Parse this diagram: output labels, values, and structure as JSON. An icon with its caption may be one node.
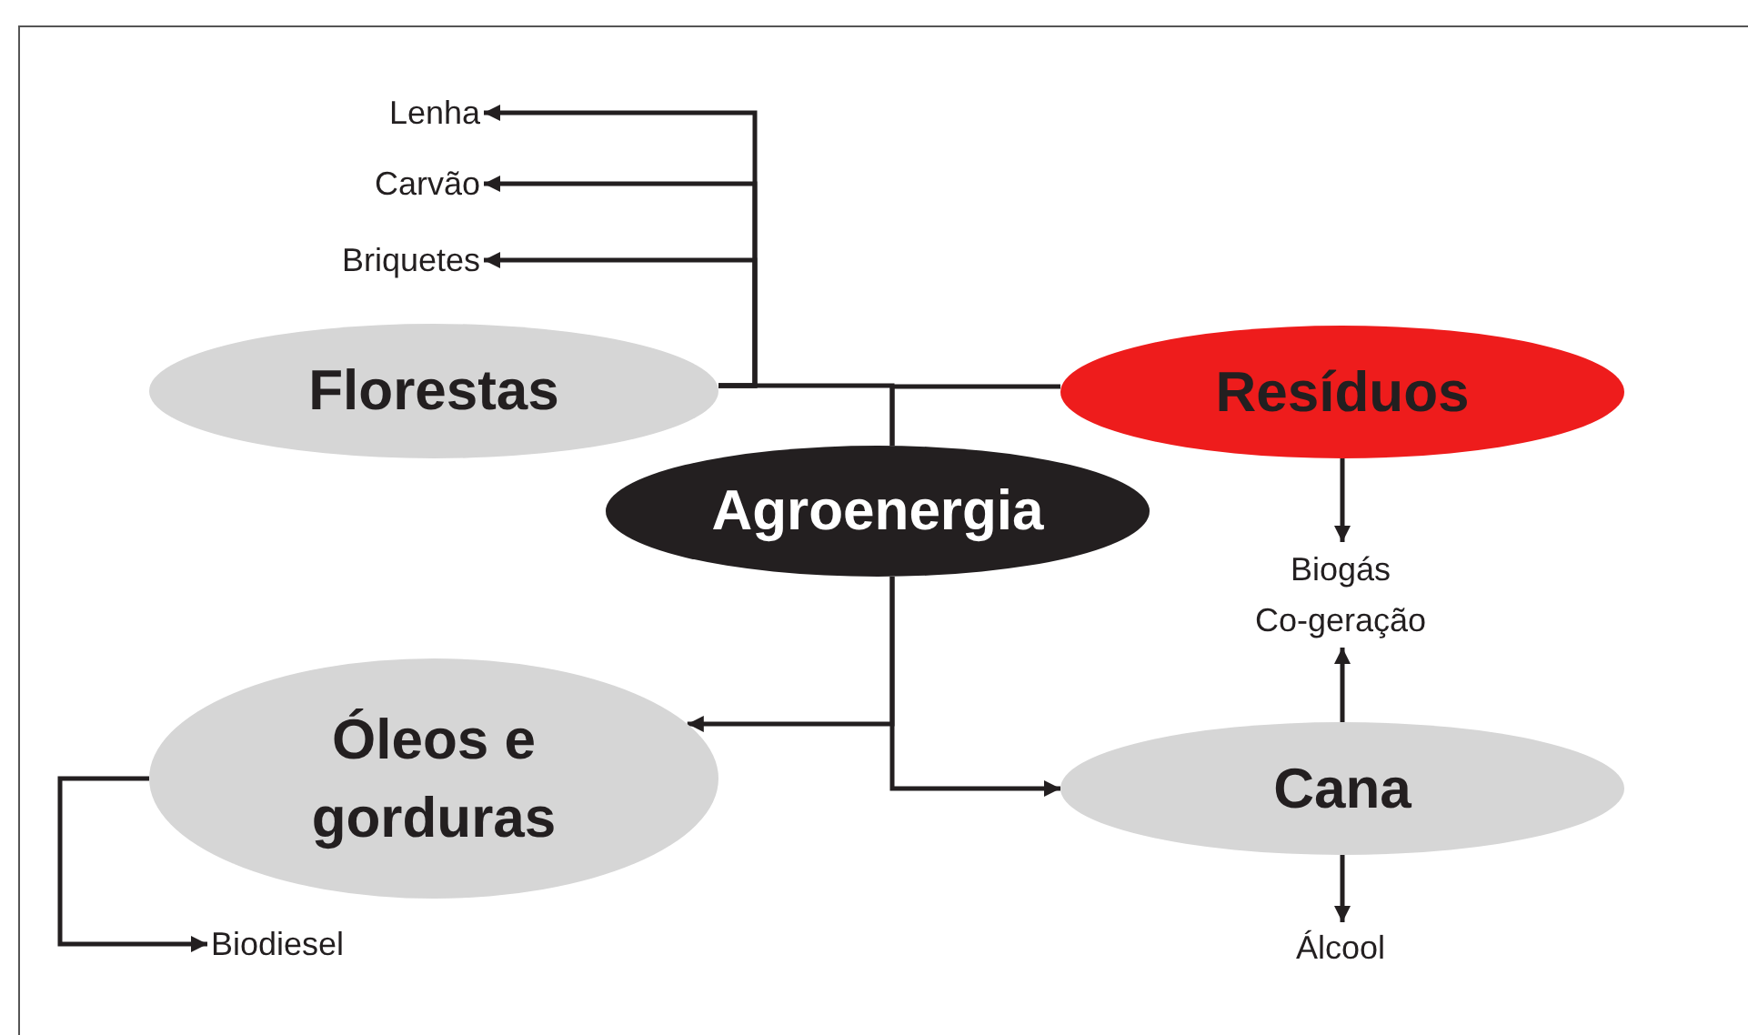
{
  "diagram": {
    "nodes": [
      {
        "text": [
          "Lenha"
        ]
      },
      {
        "text": [
          "Carvão"
        ]
      },
      {
        "text": [
          "Briquetes"
        ]
      },
      {
        "text": [
          "Florestas"
        ]
      },
      {
        "text": [
          "Resíduos"
        ]
      },
      {
        "text": [
          "Agroenergia"
        ]
      },
      {
        "text": [
          "Biogás Co-geração"
        ]
      },
      {
        "text": [
          "Óleos e gorduras"
        ]
      },
      {
        "text": [
          "Cana"
        ]
      },
      {
        "text": [
          "Biodiesel"
        ]
      },
      {
        "text": [
          "Álcool"
        ]
      }
    ],
    "edges": [
      {
        "from": 3,
        "to": 0,
        "arrow": "to"
      },
      {
        "from": 3,
        "to": 1,
        "arrow": "to"
      },
      {
        "from": 3,
        "to": 2,
        "arrow": "to"
      },
      {
        "from": 3,
        "to": 5,
        "arrow": "none"
      },
      {
        "from": 4,
        "to": 5,
        "arrow": "none"
      },
      {
        "from": 5,
        "to": 7,
        "arrow": "to"
      },
      {
        "from": 5,
        "to": 8,
        "arrow": "to"
      },
      {
        "from": 4,
        "to": 6,
        "arrow": "to"
      },
      {
        "from": 8,
        "to": 6,
        "arrow": "to"
      },
      {
        "from": 8,
        "to": 10,
        "arrow": "to"
      },
      {
        "from": 7,
        "to": 9,
        "arrow": "to"
      }
    ]
  }
}
